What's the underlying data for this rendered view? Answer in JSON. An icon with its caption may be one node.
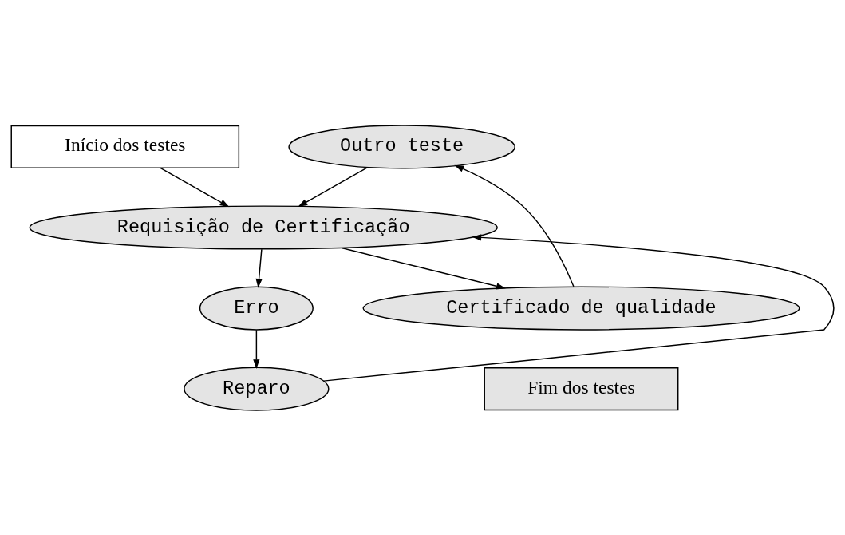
{
  "diagram": {
    "nodes": [
      {
        "text": [
          "Início dos testes"
        ]
      },
      {
        "text": [
          "Outro teste"
        ]
      },
      {
        "text": [
          "Requisição de Certificação"
        ]
      },
      {
        "text": [
          "Erro"
        ]
      },
      {
        "text": [
          "Reparo"
        ]
      },
      {
        "text": [
          "Certificado de qualidade"
        ]
      },
      {
        "text": [
          "Fim dos testes"
        ]
      }
    ],
    "edges": [
      {
        "from": 0,
        "to": 2,
        "arrow": "to"
      },
      {
        "from": 1,
        "to": 2,
        "arrow": "to"
      },
      {
        "from": 2,
        "to": 3,
        "arrow": "to"
      },
      {
        "from": 3,
        "to": 4,
        "arrow": "to"
      },
      {
        "from": 4,
        "to": 2,
        "arrow": "to"
      },
      {
        "from": 2,
        "to": 5,
        "arrow": "to"
      },
      {
        "from": 5,
        "to": 1,
        "arrow": "to"
      }
    ]
  }
}
